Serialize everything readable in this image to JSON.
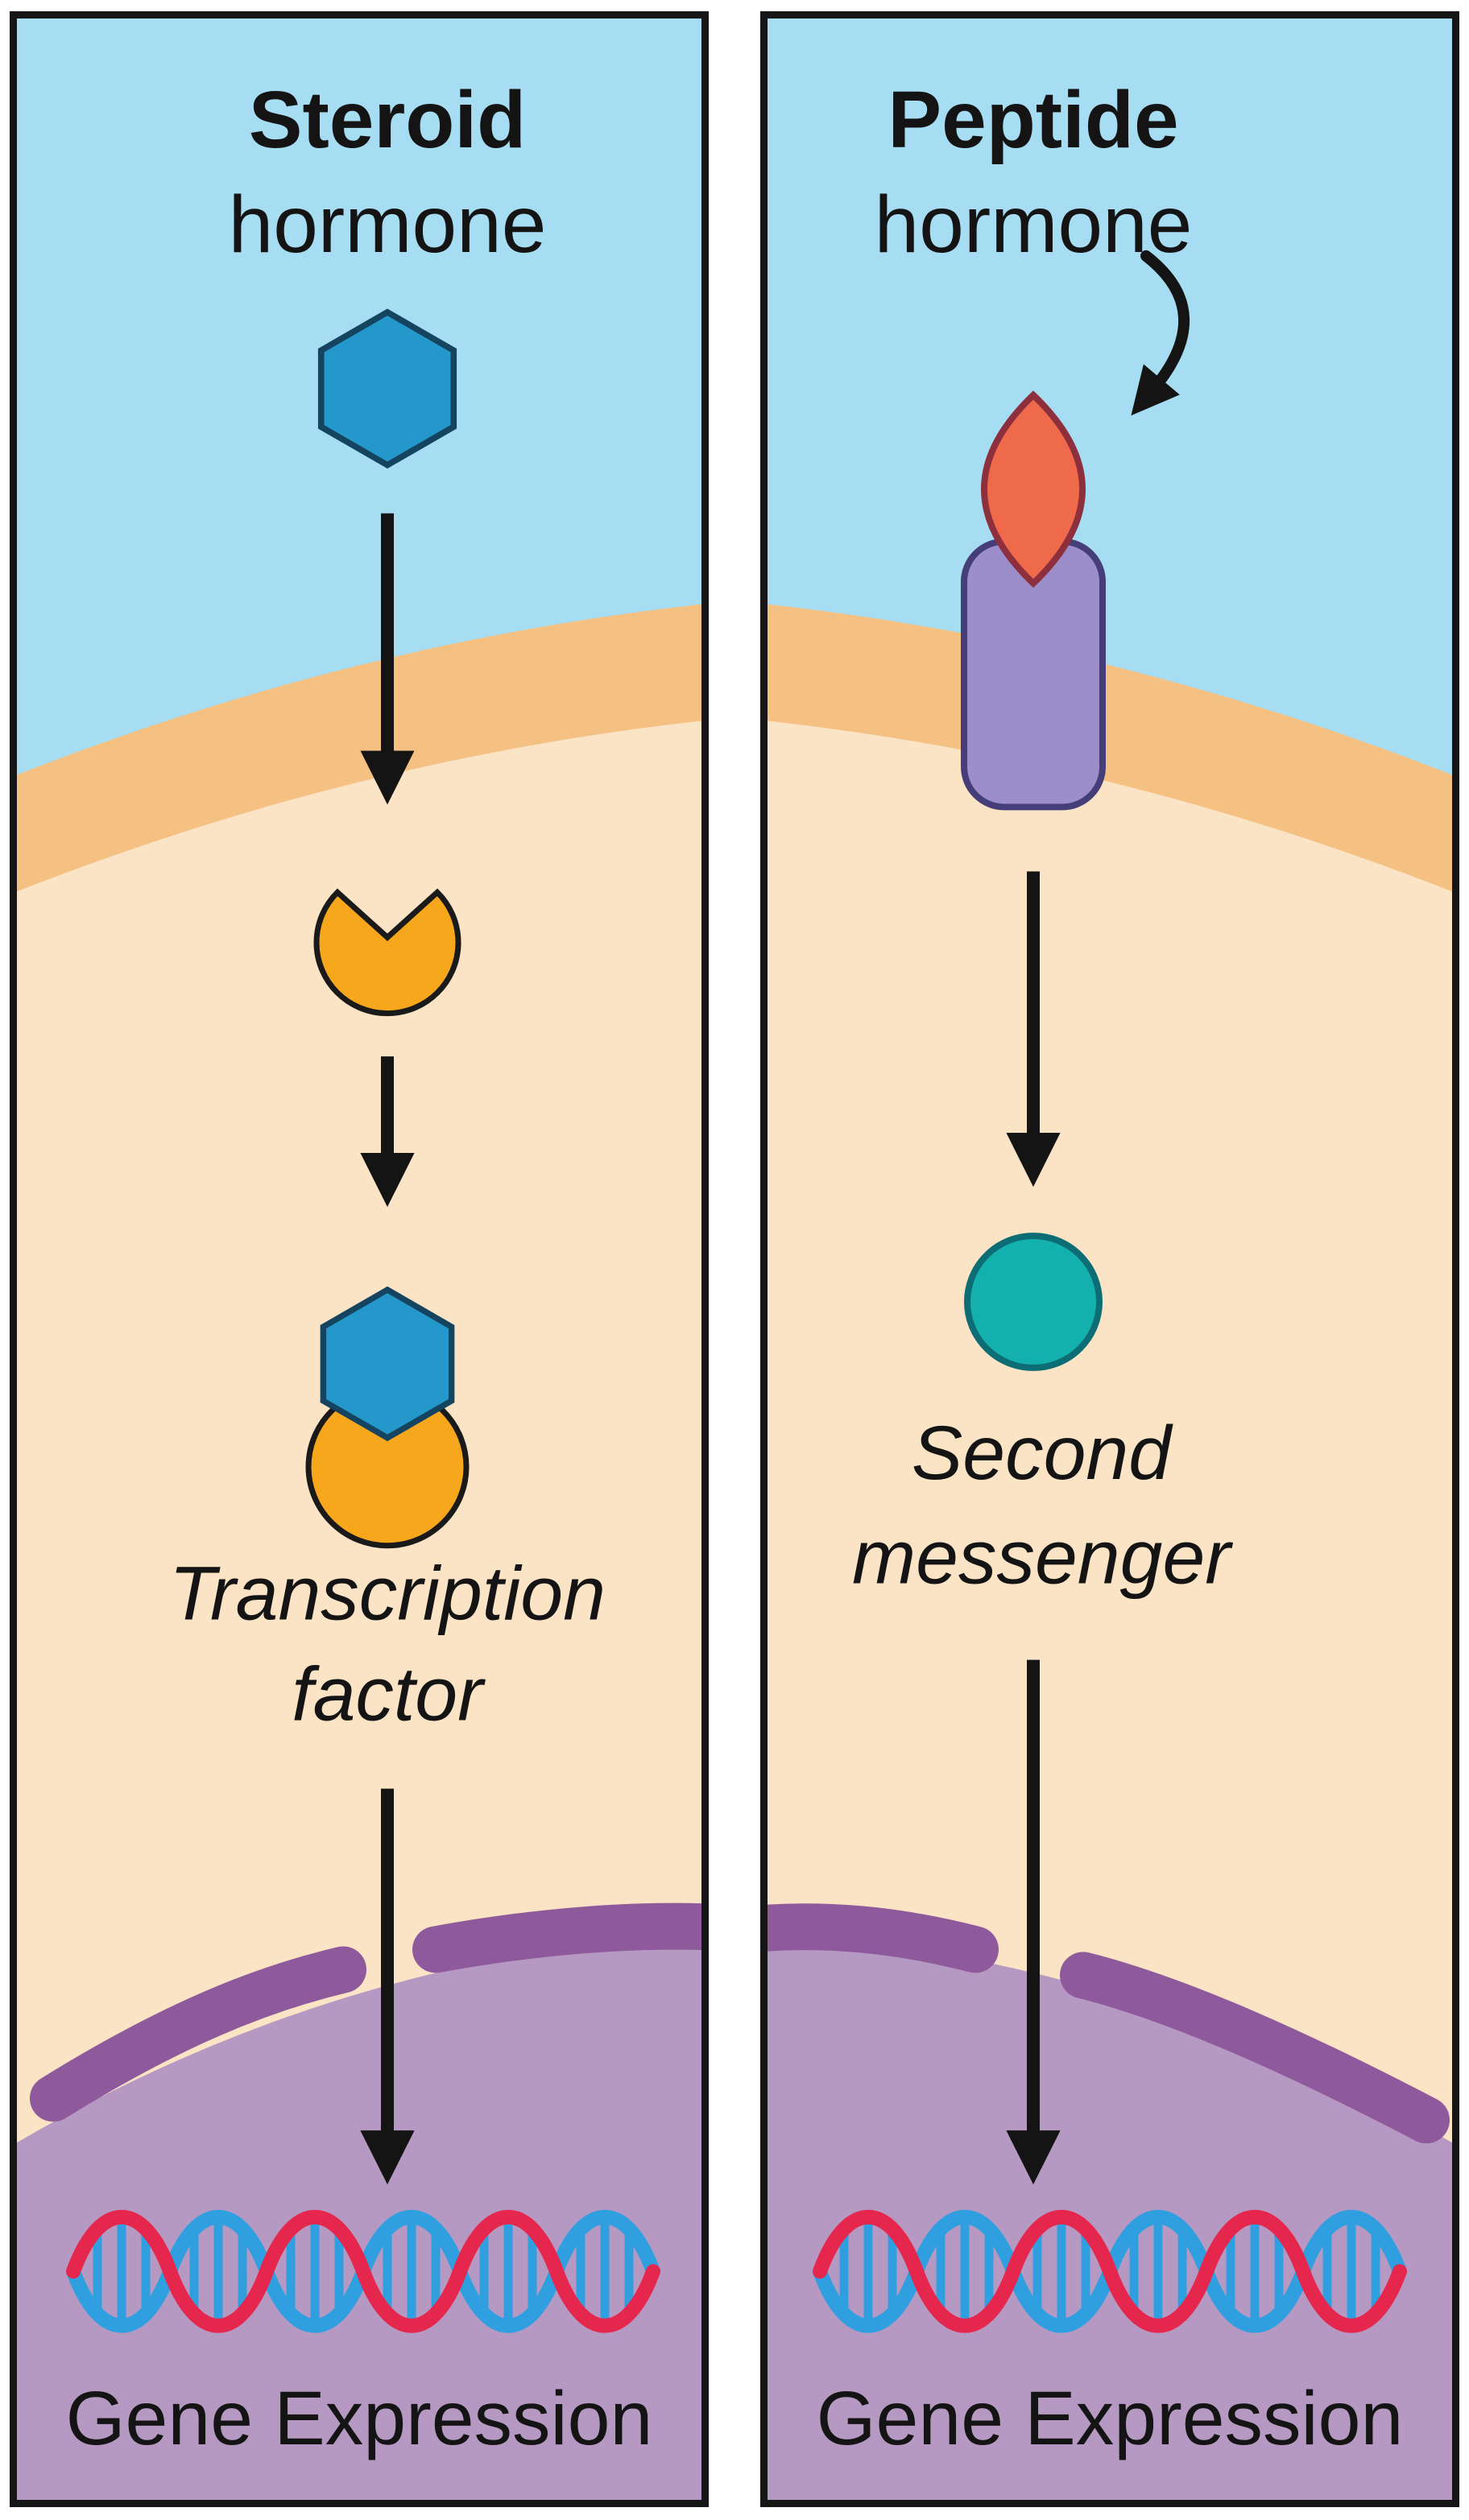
{
  "panels": {
    "steroid": {
      "title_bold": "Steroid",
      "title_rest": "hormone",
      "label_line1": "Transcription",
      "label_line2": "factor",
      "bottom_label": "Gene Expression"
    },
    "peptide": {
      "title_bold": "Peptide",
      "title_rest": "hormone",
      "label_line1": "Second",
      "label_line2": "messenger",
      "bottom_label": "Gene Expression"
    }
  },
  "colors": {
    "extracellular": "#a7ddf2",
    "membrane": "#f4c183",
    "cytoplasm": "#fbe3c5",
    "nucleus": "#b699c3",
    "nuclear_envelope": "#8f5a9b",
    "steroid_hormone": "#2598cb",
    "steroid_hormone_stroke": "#14445f",
    "receptor_orange": "#f6a71b",
    "receptor_orange_stroke": "#1a1a1a",
    "peptide_hormone": "#ef6a4a",
    "peptide_hormone_stroke": "#8d2f3c",
    "membrane_receptor": "#9c8ecb",
    "membrane_receptor_stroke": "#463e79",
    "second_messenger": "#13b0ad",
    "second_messenger_stroke": "#0c6e74",
    "dna_strand_red": "#e5274e",
    "dna_strand_blue": "#2f9fe0",
    "dna_rung": "#2f9fe0",
    "arrow": "#141414"
  }
}
